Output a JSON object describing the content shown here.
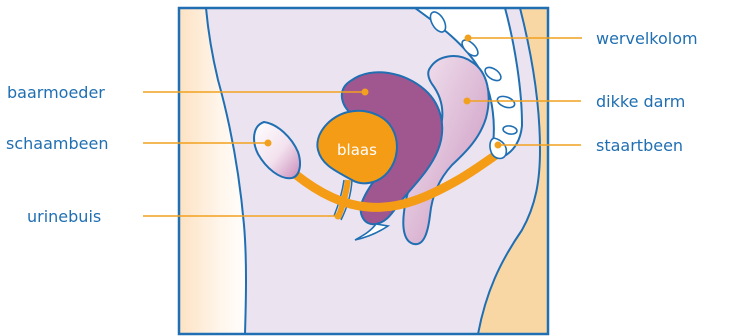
{
  "labels": {
    "baarmoeder": "baarmoeder",
    "schaambeen": "schaambeen",
    "urinebuis": "urinebuis",
    "wervelkolom": "wervelkolom",
    "dikke_darm": "dikke darm",
    "staartbeen": "staartbeen",
    "blaas": "blaas"
  },
  "colors": {
    "label_text": "#1f6fb2",
    "outline": "#1f6fb2",
    "leader": "#f2a11f",
    "bladder": "#f59c16",
    "uterus": "#a0578f",
    "body_tissue": "#ece3f0",
    "skin_back": "#f9d7a5",
    "bone_light": "#e9cde3"
  }
}
